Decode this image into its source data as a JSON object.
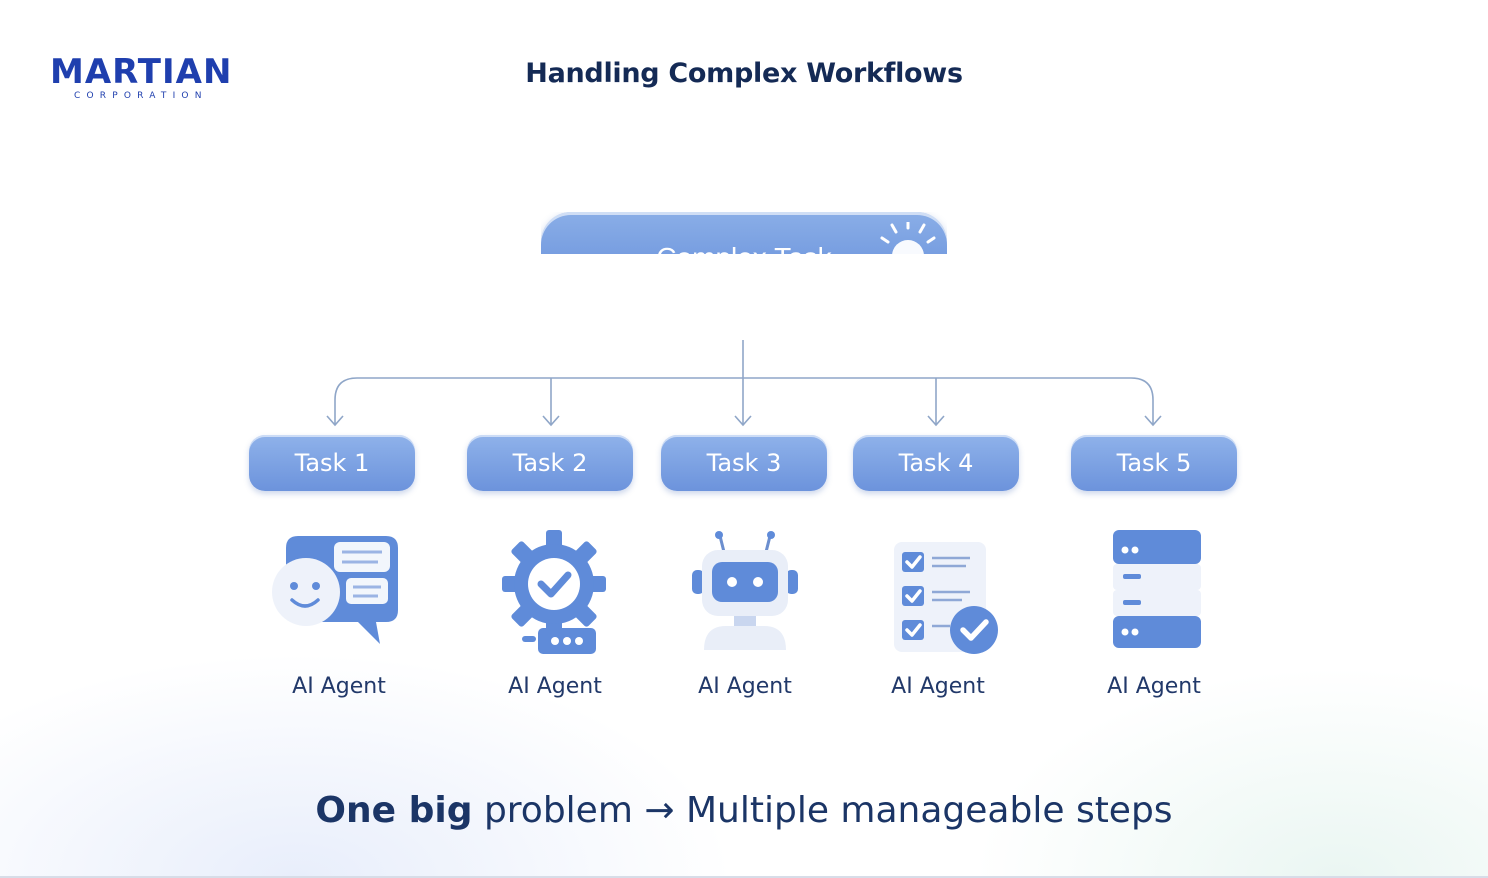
{
  "brand": {
    "name": "MARTIAN",
    "subtitle": "CORPORATION"
  },
  "title": "Handling Complex Workflows",
  "root_task": {
    "label": "Complex Task",
    "icon": "lightbulb-icon"
  },
  "tasks": [
    {
      "label": "Task 1",
      "agent": "AI Agent",
      "icon": "chat-bubbles-icon"
    },
    {
      "label": "Task 2",
      "agent": "AI Agent",
      "icon": "gear-check-icon"
    },
    {
      "label": "Task 3",
      "agent": "AI Agent",
      "icon": "robot-icon"
    },
    {
      "label": "Task 4",
      "agent": "AI Agent",
      "icon": "checklist-icon"
    },
    {
      "label": "Task 5",
      "agent": "AI Agent",
      "icon": "server-stack-icon"
    }
  ],
  "tagline": {
    "strong": "One big",
    "arrow": "→",
    "rest": "problem",
    "end": "Multiple manageable steps"
  },
  "colors": {
    "accent": "#6c93dc",
    "title": "#142a55",
    "logo": "#1f3fae",
    "connector": "#8fa6c8"
  }
}
